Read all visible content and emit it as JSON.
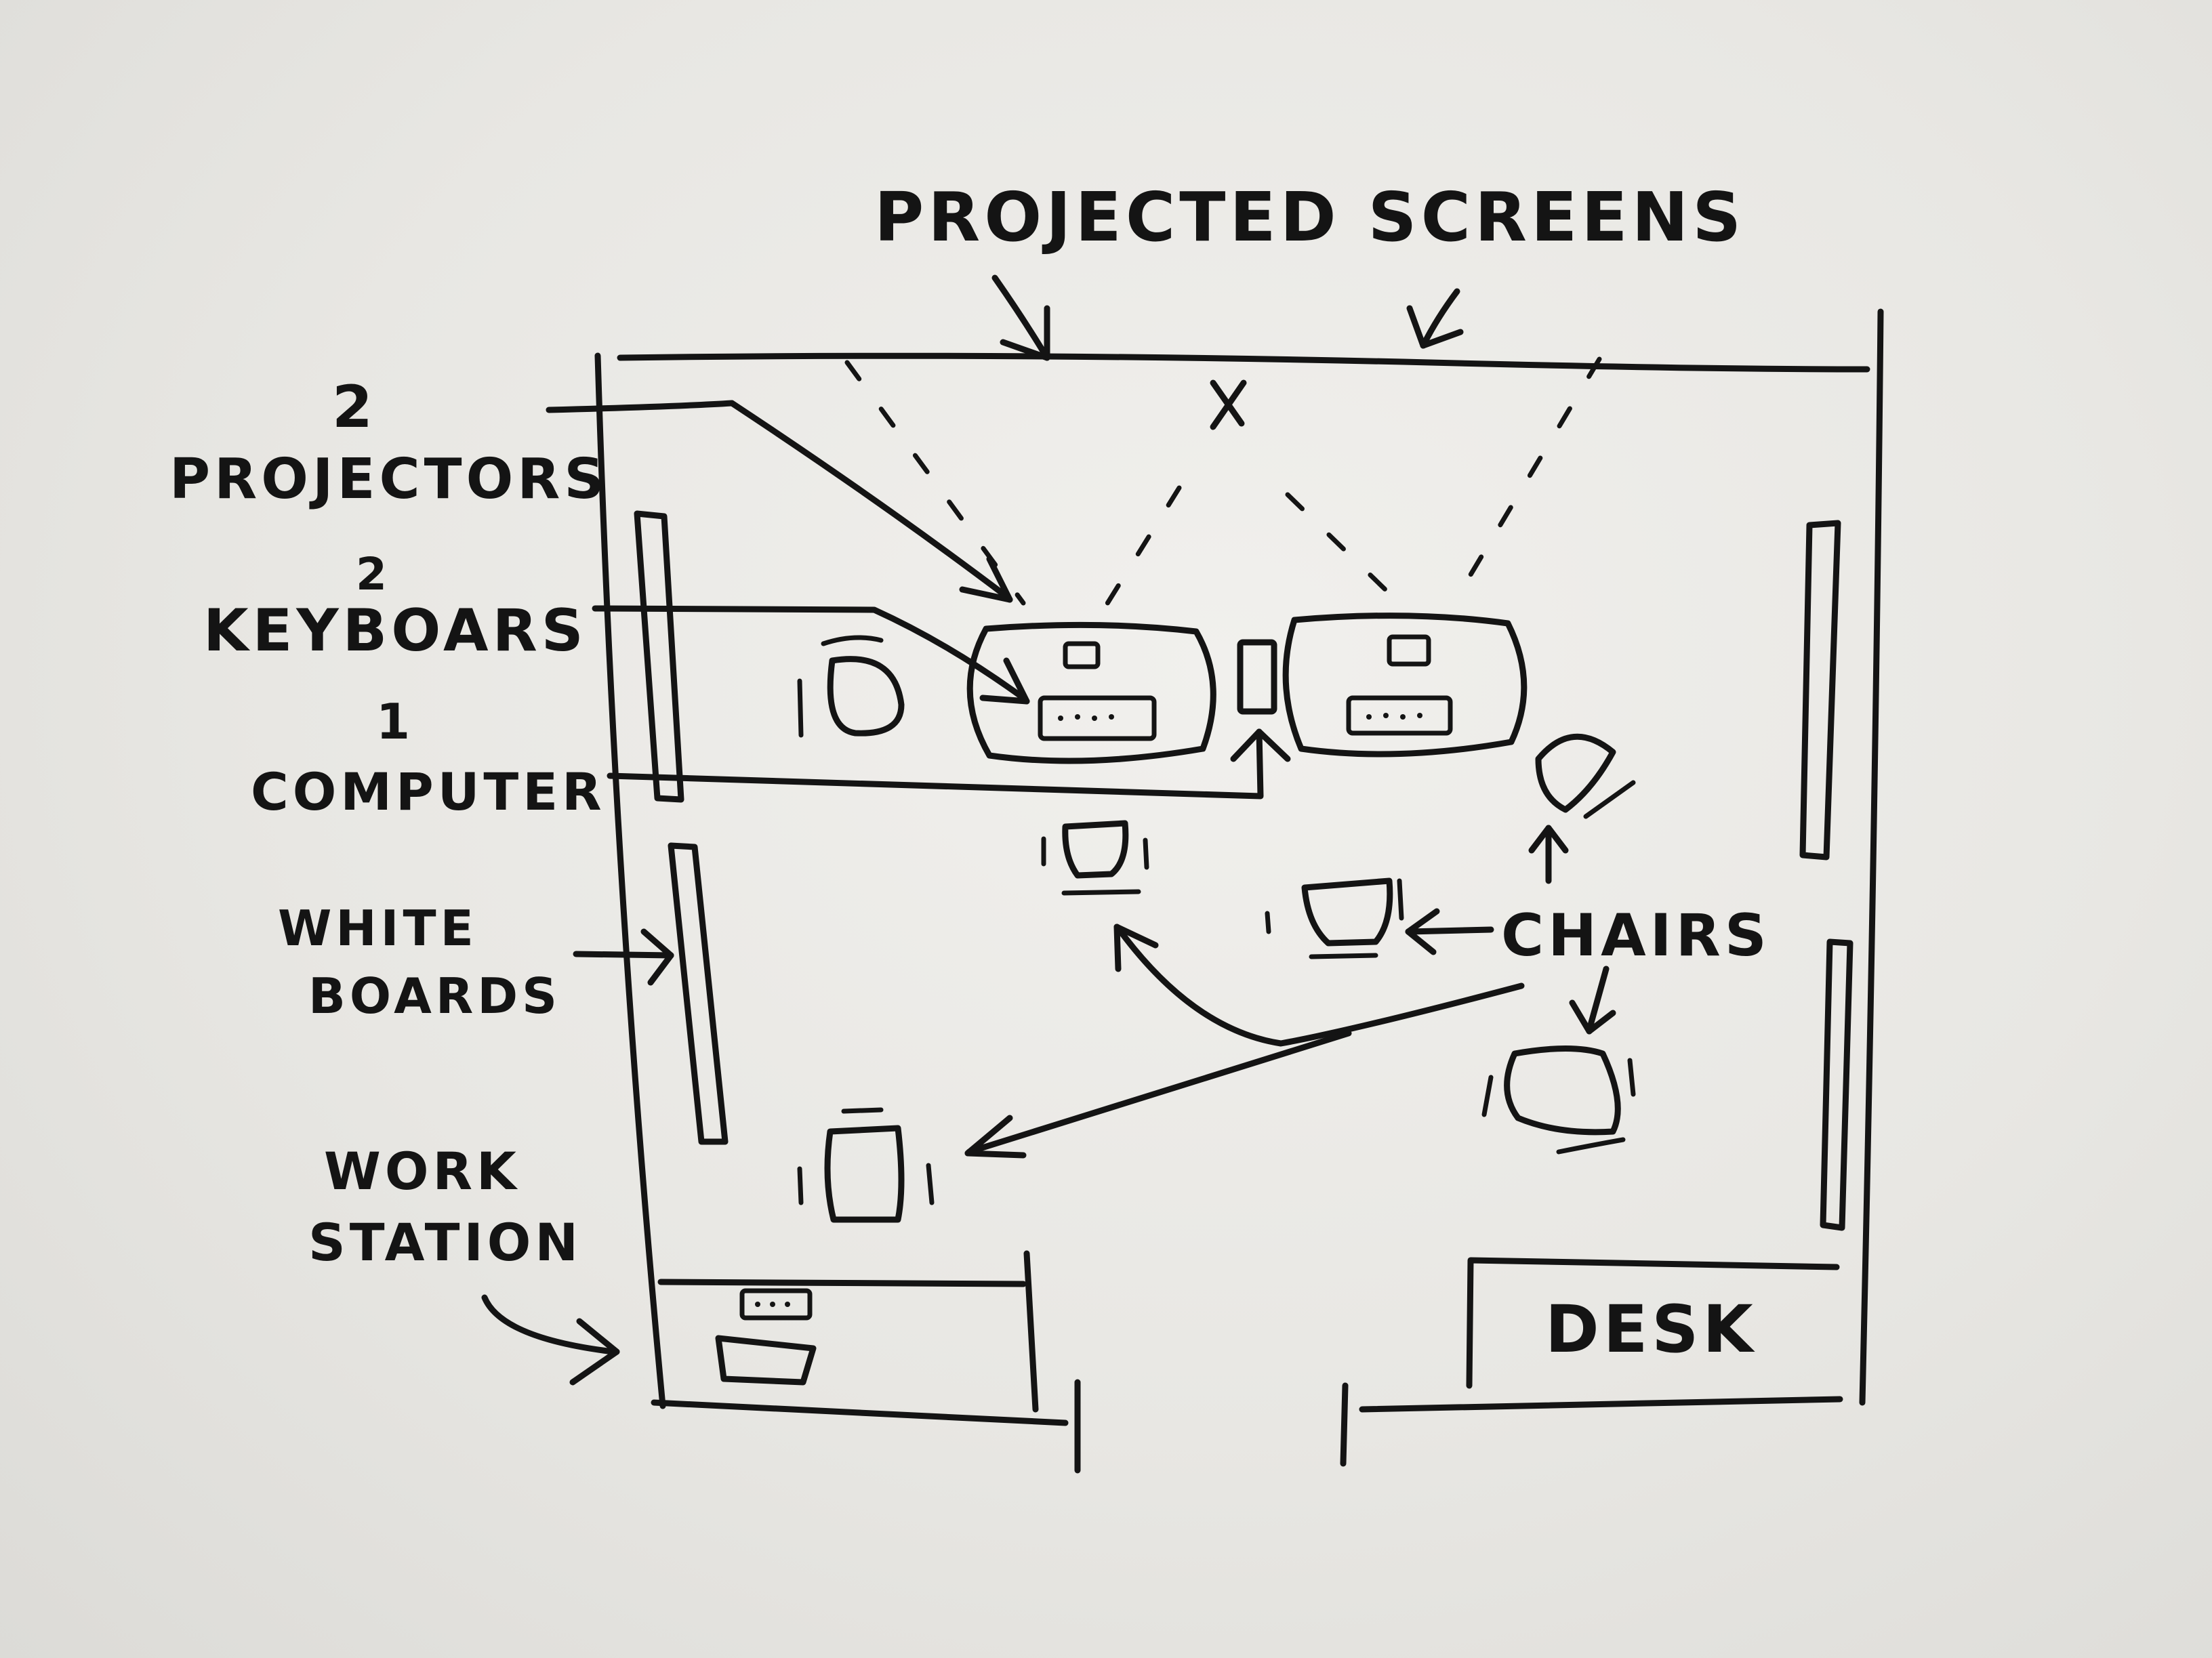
{
  "labels": {
    "projected_screens": "PROJECTED SCREENS",
    "projectors_count": "2",
    "projectors": "PROJECTORS",
    "keyboards_count": "2",
    "keyboards": "KEYBOARS",
    "computer_count": "1",
    "computer": "COMPUTER",
    "whiteboards_line1": "WHITE",
    "whiteboards_line2": "BOARDS",
    "workstation_line1": "WORK",
    "workstation_line2": "STATION",
    "chairs": "CHAIRS",
    "desk": "DESK",
    "x_mark": "X"
  },
  "colors": {
    "ink": "#141414",
    "board": "#ecebe7"
  }
}
